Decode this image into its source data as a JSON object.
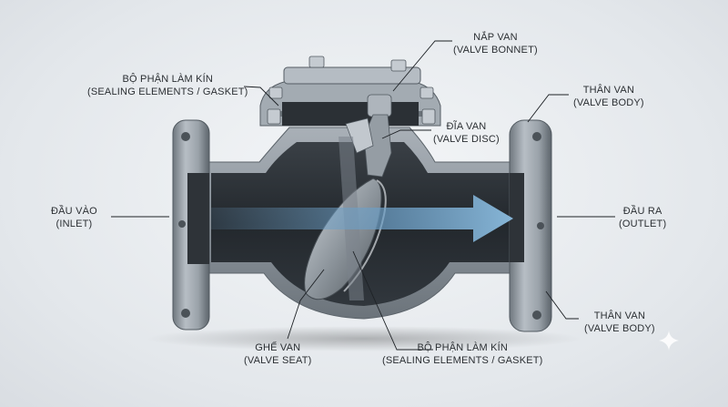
{
  "labels": {
    "bonnet": {
      "line1": "NẮP VAN",
      "line2": "(VALVE BONNET)"
    },
    "gasket_top": {
      "line1": "BỘ PHẬN LÀM KÍN",
      "line2": "(SEALING ELEMENTS / GASKET)"
    },
    "body_top": {
      "line1": "THÂN VAN",
      "line2": "(VALVE BODY)"
    },
    "disc": {
      "line1": "ĐĨA VAN",
      "line2": "(VALVE DISC)"
    },
    "inlet": {
      "line1": "ĐẦU VÀO",
      "line2": "(INLET)"
    },
    "outlet": {
      "line1": "ĐẦU RA",
      "line2": "(OUTLET)"
    },
    "body_bottom": {
      "line1": "THÂN VAN",
      "line2": "(VALVE BODY)"
    },
    "seat": {
      "line1": "GHẾ VAN",
      "line2": "(VALVE SEAT)"
    },
    "gasket_bottom": {
      "line1": "BỘ PHẬN LÀM KÍN",
      "line2": "(SEALING ELEMENTS  / GASKET)"
    }
  },
  "colors": {
    "metal_light": "#b9c0c7",
    "metal_mid": "#8e979f",
    "metal_dark": "#5f676e",
    "interior": "#2a2f34",
    "flow_arrow": "#6d9fc6"
  },
  "icons": {
    "corner": "sparkle-icon"
  }
}
